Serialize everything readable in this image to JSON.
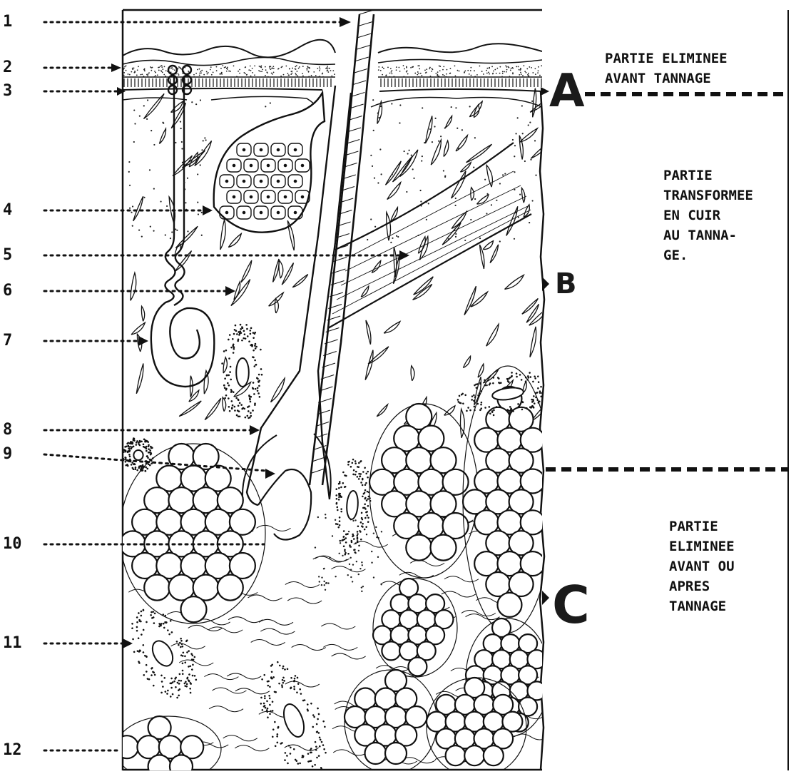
{
  "callouts": [
    "1",
    "2",
    "3",
    "4",
    "5",
    "6",
    "7",
    "8",
    "9",
    "10",
    "11",
    "12"
  ],
  "zones": {
    "a": "A",
    "b": "B",
    "c": "C"
  },
  "side_labels": {
    "top": [
      "PARTIE ELIMINEE",
      "AVANT TANNAGE"
    ],
    "middle": [
      "PARTIE",
      "TRANSFORMEE",
      "EN CUIR",
      "AU TANNA-",
      "GE."
    ],
    "bottom": [
      "PARTIE",
      "ELIMINEE",
      "AVANT OU",
      "APRES",
      "TANNAGE"
    ]
  }
}
